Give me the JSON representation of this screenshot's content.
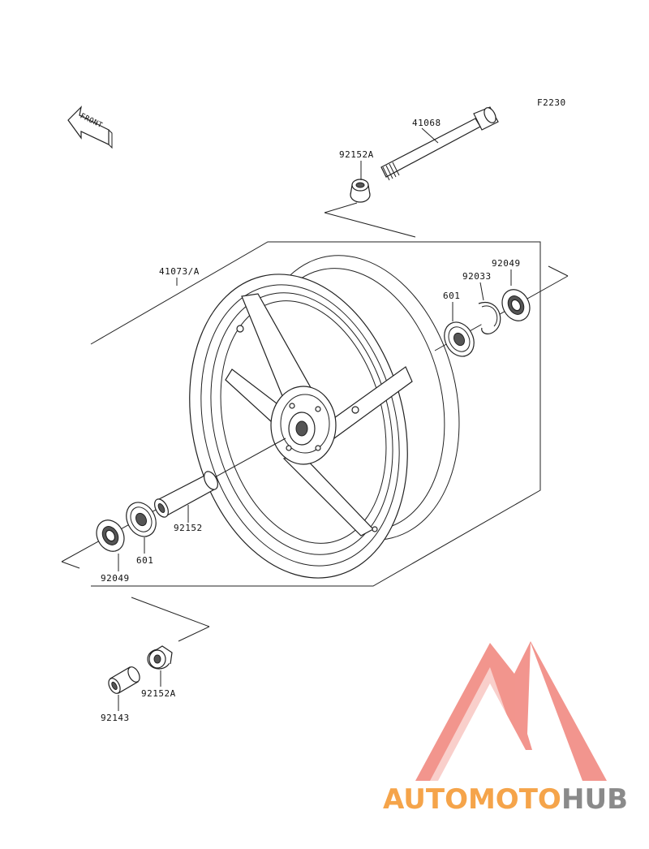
{
  "diagram": {
    "code": "F2230",
    "front_tag": "FRONT",
    "parts": {
      "axle": "41068",
      "collar_top": "92152A",
      "wheel": "41073/A",
      "seal_right": "92049",
      "circlip": "92033",
      "bearing_right": "601",
      "spacer": "92152",
      "seal_left": "92049",
      "bearing_left": "601",
      "collar_bottom": "92152A",
      "sleeve": "92143"
    }
  },
  "watermark": {
    "part1": "AUTOMOTO",
    "part2": "HUB",
    "color_orange": "#f5a44a",
    "color_red": "#f0837a",
    "color_grey": "#8a8a8a"
  }
}
